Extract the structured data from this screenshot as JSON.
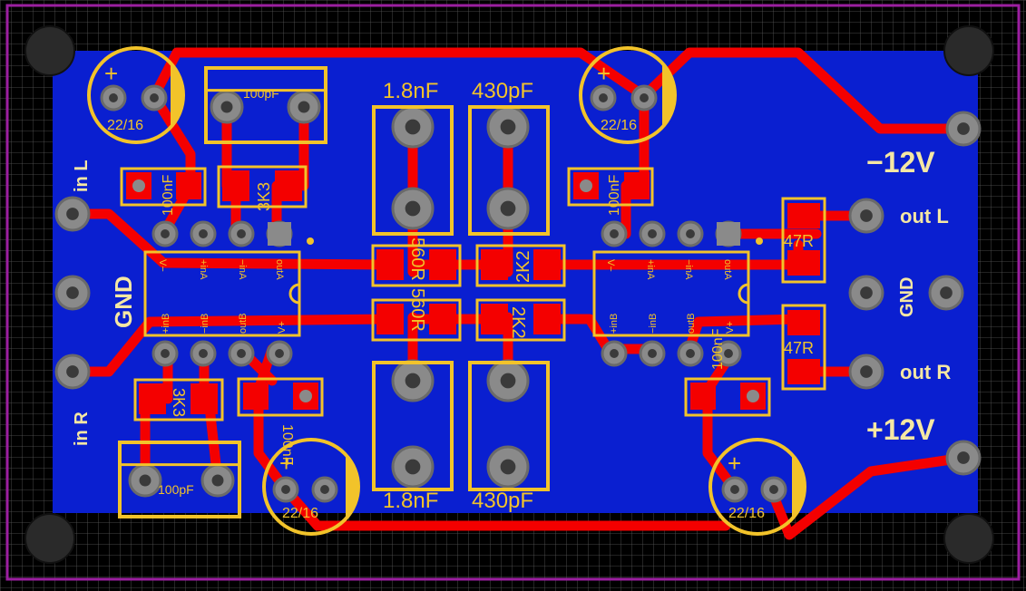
{
  "board_labels": {
    "in_l": "in L",
    "in_r": "in R",
    "gnd_left": "GND",
    "gnd_right": "GND",
    "minus_12v": "−12V",
    "plus_12v": "+12V",
    "out_l": "out L",
    "out_r": "out R"
  },
  "components": {
    "cap_tl_value": "22/16",
    "cap_tr_value": "22/16",
    "cap_bl_value": "22/16",
    "cap_br_value": "22/16",
    "cap_100pf_top": "100pF",
    "cap_100pf_bottom": "100pF",
    "cap_100nf_tl": "100nF",
    "cap_100nf_tr": "100nF",
    "cap_100nf_bl": "100nF",
    "cap_100nf_br": "100nF",
    "res_3k3_top": "3K3",
    "res_3k3_bottom": "3K3",
    "res_560r_top": "560R",
    "res_560r_bottom": "560R",
    "res_2k2_top": "2K2",
    "res_2k2_bottom": "2K2",
    "res_47r_top": "47R",
    "res_47r_bottom": "47R",
    "film_18nf_top": "1.8nF",
    "film_430pf_top": "430pF",
    "film_18nf_bottom": "1.8nF",
    "film_430pf_bottom": "430pF",
    "cap_plus": "+"
  },
  "ic_pins": {
    "top_row": [
      "V−",
      "+inA",
      "−inA",
      "outA"
    ],
    "bottom_row": [
      "+inB",
      "−inB",
      "outB",
      "V+"
    ]
  },
  "colors": {
    "ground_fill": "#0a1fd0",
    "trace": "#f40000",
    "silkscreen": "#f2c32a",
    "pad": "#8a8a8a",
    "outline": "#9b1fa0"
  }
}
